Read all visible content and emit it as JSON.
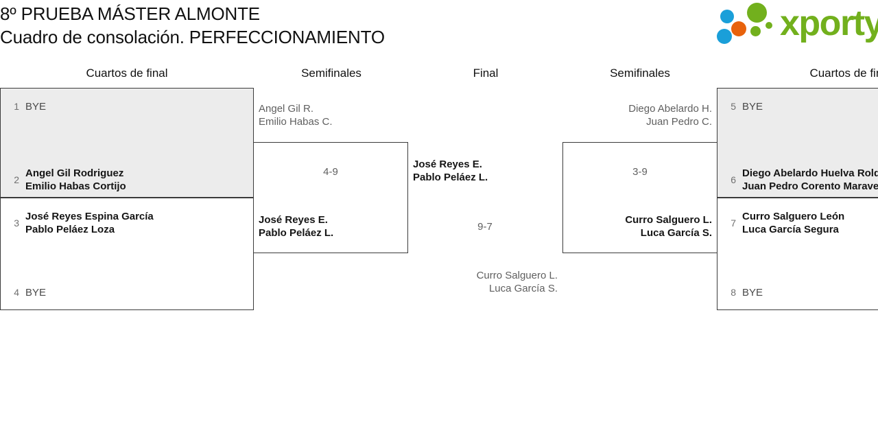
{
  "header": {
    "title_line1": "8º PRUEBA MÁSTER ALMONTE",
    "title_line2": "Cuadro de consolación. PERFECCIONAMIENTO",
    "logo_text": "xporty"
  },
  "rounds": [
    {
      "label": "Cuartos de final",
      "side": "left"
    },
    {
      "label": "Semifinales",
      "side": "left"
    },
    {
      "label": "Final",
      "side": "center"
    },
    {
      "label": "Semifinales",
      "side": "right"
    },
    {
      "label": "Cuartos de final",
      "side": "right"
    }
  ],
  "bracket": {
    "left_quarterfinals": [
      {
        "seed": "1",
        "players": [
          "BYE"
        ],
        "status": "bye"
      },
      {
        "seed": "2",
        "players": [
          "Angel Gil Rodriguez",
          "Emilio Habas Cortijo"
        ],
        "status": "advanced"
      },
      {
        "seed": "3",
        "players": [
          "José Reyes Espina García",
          "Pablo Peláez Loza"
        ],
        "status": "advanced"
      },
      {
        "seed": "4",
        "players": [
          "BYE"
        ],
        "status": "bye"
      }
    ],
    "left_semifinal": {
      "score": "4-9",
      "top": {
        "players": [
          "Angel Gil R.",
          "Emilio Habas C."
        ],
        "status": "loser"
      },
      "bottom": {
        "players": [
          "José Reyes E.",
          "Pablo Peláez L."
        ],
        "status": "winner"
      }
    },
    "final": {
      "score": "9-7",
      "top": {
        "players": [
          "José Reyes E.",
          "Pablo Peláez L."
        ],
        "status": "winner"
      },
      "bottom": {
        "players": [
          "Curro Salguero L.",
          "Luca García S."
        ],
        "status": "loser"
      }
    },
    "right_semifinal": {
      "score": "3-9",
      "top": {
        "players": [
          "Diego Abelardo H.",
          "Juan Pedro C."
        ],
        "status": "loser"
      },
      "bottom": {
        "players": [
          "Curro Salguero L.",
          "Luca García S."
        ],
        "status": "winner"
      }
    },
    "right_quarterfinals": [
      {
        "seed": "5",
        "players": [
          "BYE"
        ],
        "status": "bye"
      },
      {
        "seed": "6",
        "players": [
          "Diego Abelardo Huelva Roldán",
          "Juan Pedro Corento Maraver"
        ],
        "status": "advanced"
      },
      {
        "seed": "7",
        "players": [
          "Curro Salguero León",
          "Luca García Segura"
        ],
        "status": "advanced"
      },
      {
        "seed": "8",
        "players": [
          "BYE"
        ],
        "status": "bye"
      }
    ]
  }
}
